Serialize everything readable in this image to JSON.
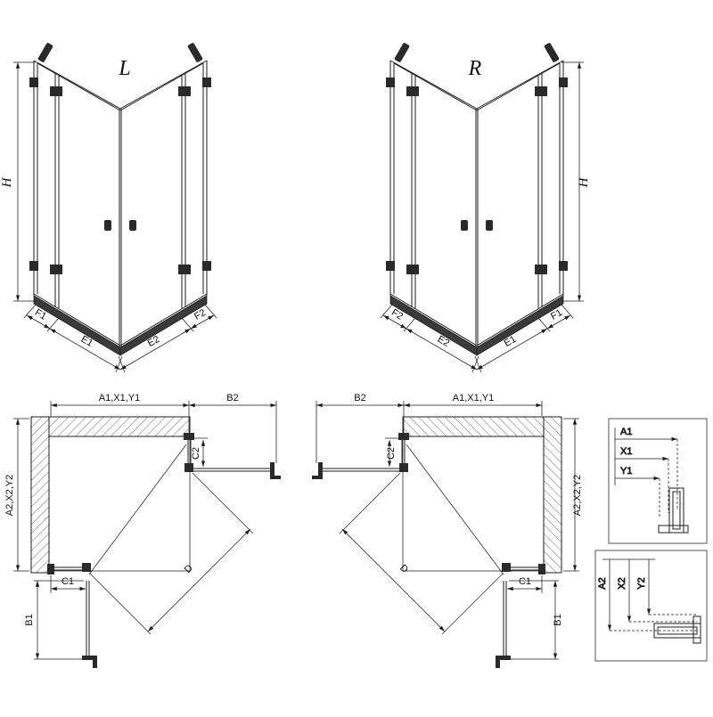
{
  "front_left": {
    "variant_label": "L",
    "height_label": "H",
    "bottom_dims": [
      "F1",
      "E1",
      "E2",
      "F2"
    ]
  },
  "front_right": {
    "variant_label": "R",
    "height_label": "H",
    "bottom_dims": [
      "F2",
      "E2",
      "E1",
      "F1"
    ]
  },
  "plan_left": {
    "width_label": "A1,X1,Y1",
    "door_width_label": "B2",
    "depth_label": "A2,X2,Y2",
    "fixed_top_label": "C2",
    "fixed_side_label": "C1",
    "door_side_label": "B1",
    "diagonal_label": "D"
  },
  "plan_right": {
    "width_label": "A1,X1,Y1",
    "door_width_label": "B2",
    "depth_label": "A2,X2,Y2",
    "fixed_top_label": "C2",
    "fixed_side_label": "C1",
    "door_side_label": "B1",
    "diagonal_label": "D"
  },
  "detail_horizontal": {
    "labels": [
      "A1",
      "X1",
      "Y1"
    ]
  },
  "detail_vertical": {
    "labels": [
      "A2",
      "X2",
      "Y2"
    ]
  },
  "colors": {
    "line": "#1c1c1c",
    "hardware": "#2a2a2a",
    "background": "#ffffff"
  }
}
